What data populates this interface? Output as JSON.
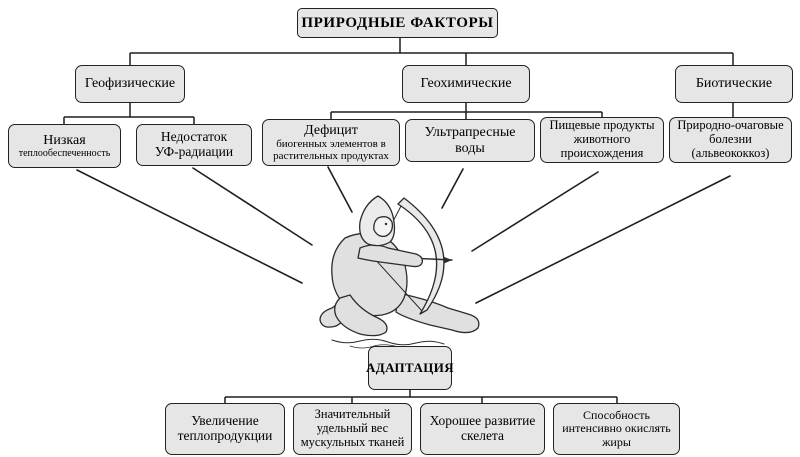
{
  "title": "ПРИРОДНЫЕ ФАКТОРЫ",
  "level2": [
    {
      "label": "Геофизические"
    },
    {
      "label": "Геохимические"
    },
    {
      "label": "Биотические"
    }
  ],
  "level3": [
    {
      "lines": [
        "Низкая",
        "теплообеспеченность"
      ]
    },
    {
      "lines": [
        "Недостаток",
        "УФ-радиации"
      ]
    },
    {
      "lines": [
        "Дефицит",
        "биогенных элементов в",
        "растительных продуктах"
      ]
    },
    {
      "lines": [
        "Ультрапресные",
        "воды"
      ]
    },
    {
      "lines": [
        "Пищевые продукты",
        "животного",
        "происхождения"
      ]
    },
    {
      "lines": [
        "Природно-очаговые",
        "болезни",
        "(альвеококкоз)"
      ]
    }
  ],
  "adaptation": "АДАПТАЦИЯ",
  "outcomes": [
    {
      "lines": [
        "Увеличение",
        "теплопродукции"
      ]
    },
    {
      "lines": [
        "Значительный",
        "удельный вес",
        "мускульных тканей"
      ]
    },
    {
      "lines": [
        "Хорошее развитие",
        "скелета"
      ]
    },
    {
      "lines": [
        "Способность",
        "интенсивно окислять",
        "жиры"
      ]
    }
  ],
  "illustration": "archer-hunter-drawing-bow",
  "colors": {
    "background": "#ffffff",
    "box_fill": "#e6e6e6",
    "box_border": "#222222",
    "line": "#1f1f1f",
    "text": "#000000"
  }
}
